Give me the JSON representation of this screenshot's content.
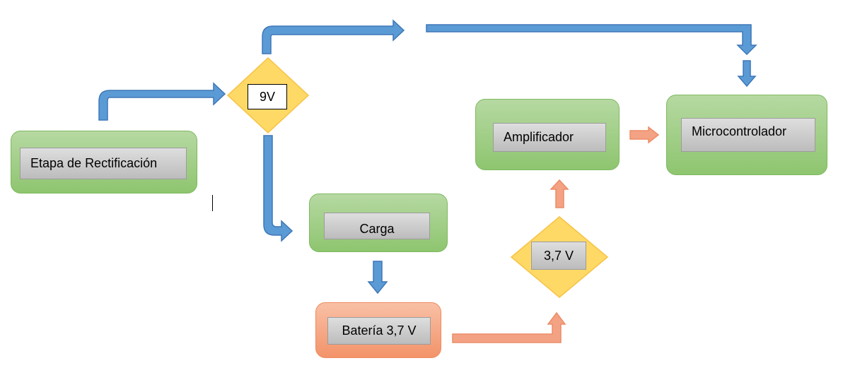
{
  "nodes": {
    "rectificacion": "Etapa de Rectificación",
    "decision_9v": "9V",
    "carga": "Carga",
    "bateria": "Batería 3,7 V",
    "decision_37v": "3,7 V",
    "amplificador": "Amplificador",
    "microcontrolador": "Microcontrolador"
  },
  "colors": {
    "green_node": "#9acb7d",
    "orange_node": "#f4a07a",
    "decision": "#ffd966",
    "decision_border": "#f6c244",
    "arrow_blue": "#5b9bd5",
    "arrow_blue_border": "#3e77b8",
    "arrow_orange": "#f4a284",
    "arrow_orange_border": "#ec8c66"
  },
  "icons": {
    "flow_arrow": "block-arrow-icon",
    "decision": "diamond-icon"
  }
}
